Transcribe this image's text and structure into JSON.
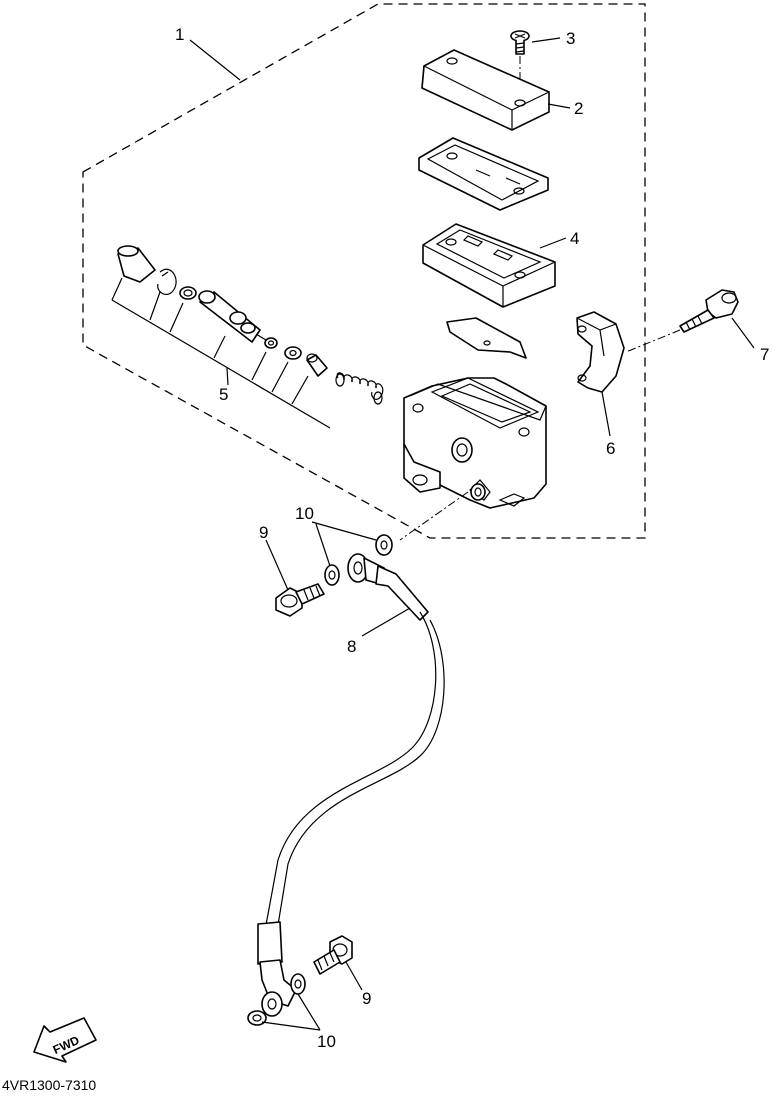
{
  "callouts": {
    "c1": "1",
    "c2": "2",
    "c3": "3",
    "c4": "4",
    "c5": "5",
    "c6": "6",
    "c7": "7",
    "c8": "8",
    "c9a": "9",
    "c9b": "9",
    "c10a": "10",
    "c10b": "10"
  },
  "fwd_label": "FWD",
  "diagram_code": "4VR1300-7310"
}
